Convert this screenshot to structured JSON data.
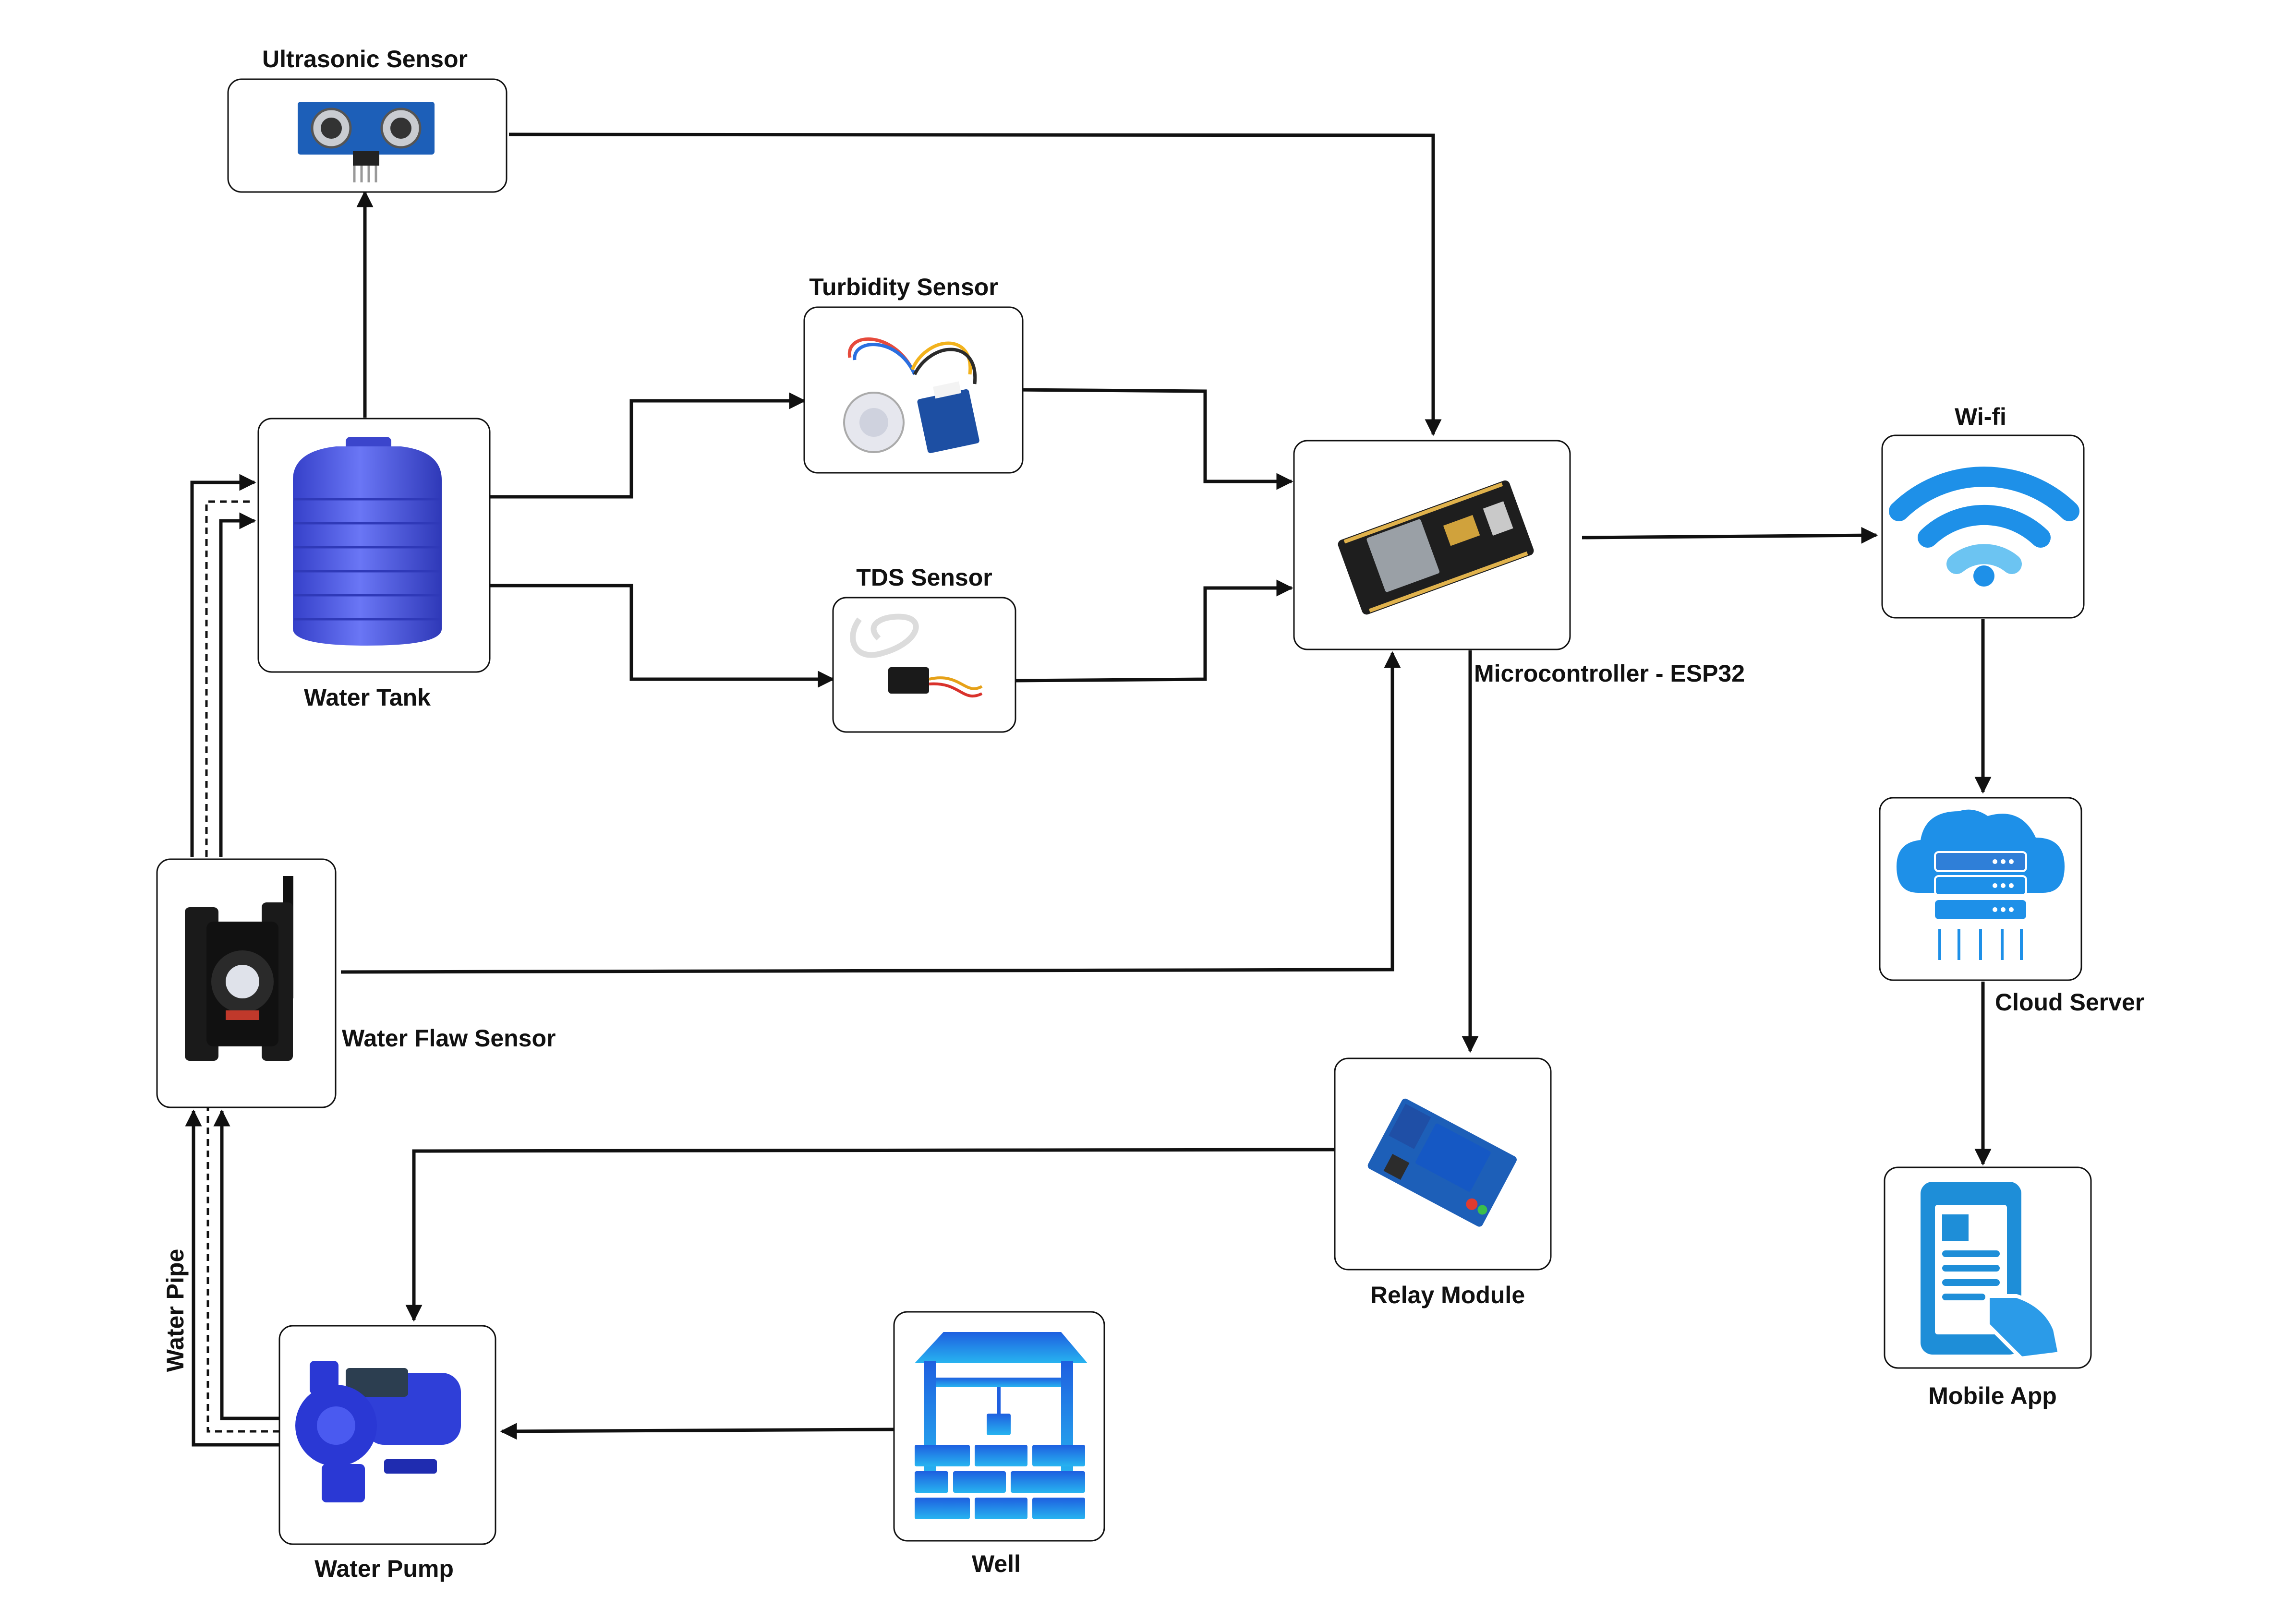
{
  "nodes": {
    "ultrasonic": "Ultrasonic Sensor",
    "turbidity": "Turbidity Sensor",
    "tds": "TDS Sensor",
    "tank": "Water Tank",
    "mcu": "Microcontroller - ESP32",
    "wifi": "Wi-fi",
    "cloud": "Cloud Server",
    "mobile": "Mobile App",
    "flow": "Water Flaw Sensor",
    "relay": "Relay Module",
    "pump": "Water Pump",
    "well": "Well",
    "pipe": "Water Pipe"
  },
  "colors": {
    "line": "#111111",
    "box_border": "#111111",
    "tank_blue": "#4a55e6",
    "pcb_blue": "#1d4fa3",
    "icon_blue": "#1e90e8",
    "icon_light": "#6cc4f2"
  },
  "icons": {
    "ultrasonic": "ultrasonic-sensor-image",
    "turbidity": "turbidity-sensor-image",
    "tds": "tds-sensor-image",
    "tank": "water-tank-image",
    "mcu": "esp32-board-image",
    "wifi": "wifi-icon",
    "cloud": "cloud-server-icon",
    "mobile": "mobile-app-icon",
    "flow": "flow-sensor-image",
    "relay": "relay-module-image",
    "pump": "water-pump-image",
    "well": "well-icon"
  }
}
